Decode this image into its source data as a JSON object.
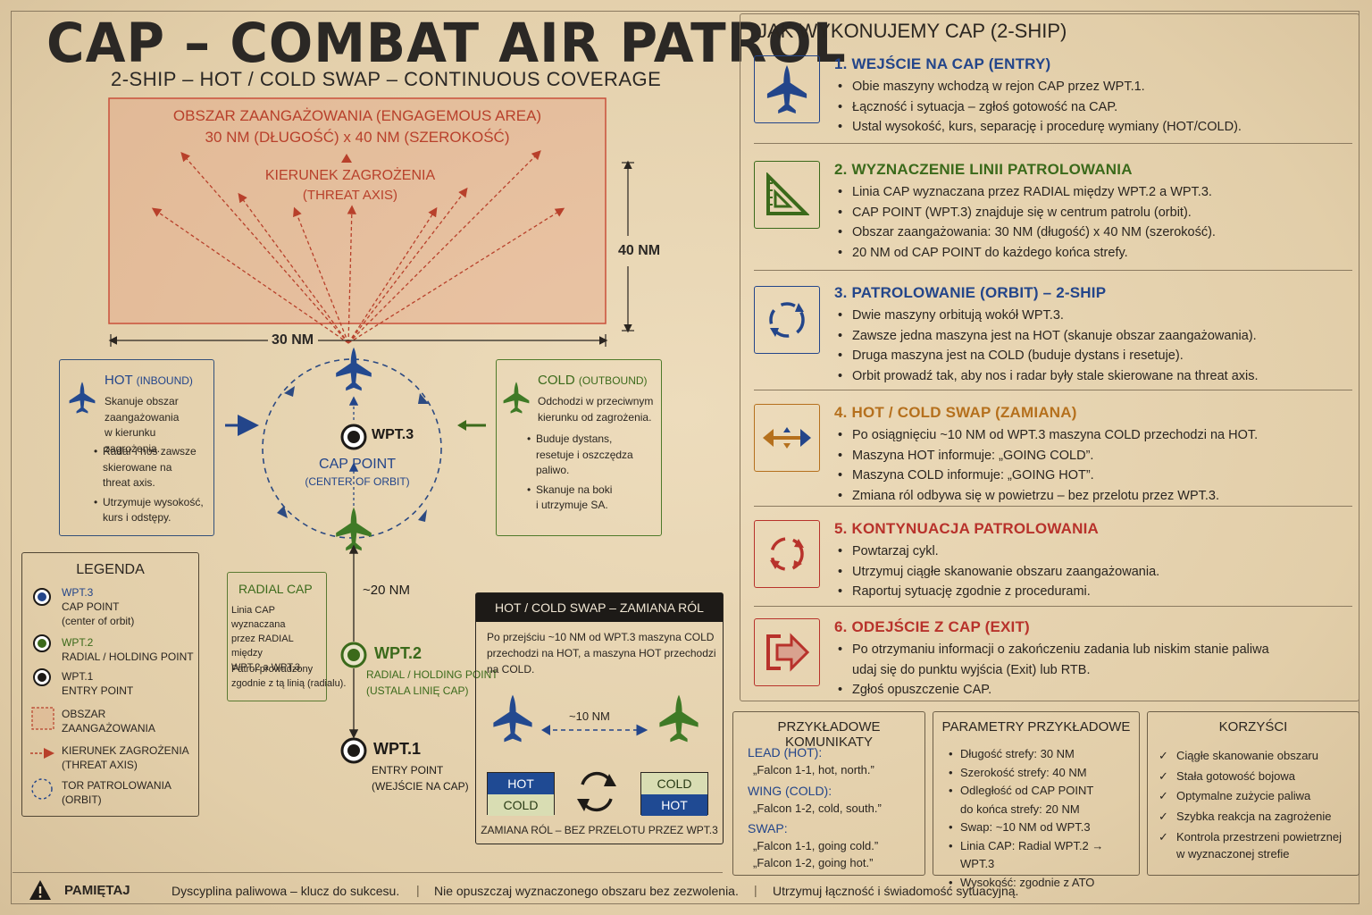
{
  "header": {
    "title": "CAP – COMBAT AIR PATROL",
    "subtitle": "2-SHIP – HOT / COLD SWAP – CONTINUOUS COVERAGE"
  },
  "engagement": {
    "title": "OBSZAR ZAANGAŻOWANIA (ENGAGEMOUS AREA)",
    "dimensions": "30 NM (DŁUGOŚĆ) x 40 NM (SZEROKOŚĆ)",
    "threat_line1": "KIERUNEK ZAGROŻENIA",
    "threat_line2": "(THREAT AXIS)",
    "width_label": "30 NM",
    "height_label": "40 NM"
  },
  "orbit": {
    "wpt3": "WPT.3",
    "cap_point": "CAP POINT",
    "center_of_orbit": "(CENTER OF ORBIT)",
    "distance": "~20 NM",
    "wpt2": "WPT.2",
    "wpt2_sub1": "RADIAL / HOLDING POINT",
    "wpt2_sub2": "(USTALA LINIĘ CAP)",
    "wpt1": "WPT.1",
    "wpt1_sub1": "ENTRY POINT",
    "wpt1_sub2": "(WEJŚCIE NA CAP)"
  },
  "hot_box": {
    "title": "HOT",
    "title_sub": "(INBOUND)",
    "intro": [
      "Skanuje obszar",
      "zaangażowania",
      "w kierunku zagrożenia."
    ],
    "bullets": [
      [
        "Radar i nos zawsze",
        "skierowane na",
        "threat axis."
      ],
      [
        "Utrzymuje wysokość,",
        "kurs i odstępy."
      ]
    ]
  },
  "cold_box": {
    "title": "COLD",
    "title_sub": "(OUTBOUND)",
    "intro": [
      "Odchodzi w przeciwnym",
      "kierunku od zagrożenia."
    ],
    "bullets": [
      [
        "Buduje dystans,",
        "resetuje i oszczędza",
        "paliwo."
      ],
      [
        "Skanuje na boki",
        "i utrzymuje SA."
      ]
    ]
  },
  "legend": {
    "title": "LEGENDA",
    "items": [
      {
        "icon": "wpt3-blue-marker-icon",
        "lines": [
          "WPT.3",
          "CAP POINT",
          "(center of orbit)"
        ]
      },
      {
        "icon": "wpt2-green-marker-icon",
        "lines": [
          "WPT.2",
          "RADIAL / HOLDING POINT"
        ]
      },
      {
        "icon": "wpt1-black-marker-icon",
        "lines": [
          "WPT.1",
          "ENTRY POINT"
        ]
      },
      {
        "icon": "dashed-square-icon",
        "lines": [
          "OBSZAR",
          "ZAANGAŻOWANIA"
        ]
      },
      {
        "icon": "red-arrow-icon",
        "lines": [
          "KIERUNEK ZAGROŻENIA",
          "(THREAT AXIS)"
        ]
      },
      {
        "icon": "dashed-circle-icon",
        "lines": [
          "TOR PATROLOWANIA",
          "(ORBIT)"
        ]
      }
    ]
  },
  "radial_box": {
    "title": "RADIAL CAP",
    "lines1": [
      "Linia CAP wyznaczana",
      "przez RADIAL między",
      "WPT.2 a WPT.3."
    ],
    "lines2": [
      "Patrol prowadzony",
      "zgodnie z tą linią (radialu)."
    ]
  },
  "swap_box": {
    "title": "HOT / COLD SWAP – ZAMIANA RÓL",
    "text": [
      "Po przejściu ~10 NM od WPT.3 maszyna COLD",
      "przechodzi na HOT, a maszyna HOT przechodzi",
      "na COLD."
    ],
    "distance": "~10 NM",
    "left_tile": [
      "HOT",
      "COLD"
    ],
    "right_tile": [
      "COLD",
      "HOT"
    ],
    "footer": "ZAMIANA RÓL – BEZ PRZELOTU PRZEZ WPT.3"
  },
  "right_panel": {
    "title": "JAK WYKONUJEMY CAP (2-SHIP)",
    "steps": [
      {
        "icon": "jet-icon",
        "color": "#23458a",
        "title": "1. WEJŚCIE NA CAP (ENTRY)",
        "items": [
          "Obie maszyny wchodzą w rejon CAP przez WPT.1.",
          "Łączność i sytuacja – zgłoś gotowość na CAP.",
          "Ustal wysokość, kurs, separację i procedurę wymiany (HOT/COLD)."
        ]
      },
      {
        "icon": "set-square-icon",
        "color": "#3b6a1b",
        "title": "2. WYZNACZENIE LINII PATROLOWANIA",
        "items": [
          "Linia CAP wyznaczana przez RADIAL między WPT.2 a WPT.3.",
          "CAP POINT (WPT.3) znajduje się w centrum patrolu (orbit).",
          "Obszar zaangażowania: 30 NM (długość) x 40 NM (szerokość).",
          "20 NM od CAP POINT do każdego końca strefy."
        ]
      },
      {
        "icon": "circular-arrows-icon",
        "color": "#23458a",
        "title": "3. PATROLOWANIE (ORBIT) – 2-SHIP",
        "items": [
          "Dwie maszyny orbitują wokół WPT.3.",
          "Zawsze jedna maszyna jest na HOT (skanuje obszar zaangażowania).",
          "Druga maszyna jest na COLD (buduje dystans i resetuje).",
          "Orbit prowadź tak, aby nos i radar były stale skierowane na threat axis."
        ]
      },
      {
        "icon": "swap-arrows-icon",
        "color": "#b5701d",
        "title": "4. HOT / COLD SWAP (ZAMIANA)",
        "items": [
          "Po osiągnięciu ~10 NM od WPT.3 maszyna COLD przechodzi na HOT.",
          "Maszyna HOT informuje: „GOING COLD”.",
          "Maszyna COLD informuje: „GOING HOT”.",
          "Zmiana ról odbywa się w powietrzu – bez przelotu przez WPT.3."
        ]
      },
      {
        "icon": "cycle-arrows-icon",
        "color": "#b8322b",
        "title": "5. KONTYNUACJA PATROLOWANIA",
        "items": [
          "Powtarzaj cykl.",
          "Utrzymuj ciągłe skanowanie obszaru zaangażowania.",
          "Raportuj sytuację zgodnie z procedurami."
        ]
      },
      {
        "icon": "exit-arrow-icon",
        "color": "#b8322b",
        "title": "6. ODEJŚCIE Z CAP (EXIT)",
        "items": [
          "Po otrzymaniu informacji o zakończeniu zadania lub niskim stanie paliwa",
          "udaj się do punktu wyjścia (Exit) lub RTB.",
          "Zgłoś opuszczenie CAP."
        ]
      }
    ]
  },
  "comms": {
    "title": "PRZYKŁADOWE KOMUNIKATY",
    "lead_label": "LEAD (HOT):",
    "lead_msg": "„Falcon 1-1, hot, north.”",
    "wing_label": "WING (COLD):",
    "wing_msg": "„Falcon 1-2, cold, south.”",
    "swap_label": "SWAP:",
    "swap_msg1": "„Falcon 1-1, going cold.”",
    "swap_msg2": "„Falcon 1-2, going hot.”"
  },
  "params": {
    "title": "PARAMETRY PRZYKŁADOWE",
    "items": [
      [
        "Długość strefy: 30 NM"
      ],
      [
        "Szerokość strefy: 40 NM"
      ],
      [
        "Odległość od CAP POINT",
        "do końca strefy: 20 NM"
      ],
      [
        "Swap: ~10 NM od WPT.3"
      ],
      [
        "Linia CAP: Radial WPT.2 → WPT.3"
      ],
      [
        "Wysokość: zgodnie z ATO"
      ]
    ]
  },
  "benefits": {
    "title": "KORZYŚCI",
    "items": [
      [
        "Ciągłe skanowanie obszaru"
      ],
      [
        "Stała gotowość bojowa"
      ],
      [
        "Optymalne zużycie paliwa"
      ],
      [
        "Szybka reakcja na zagrożenie"
      ],
      [
        "Kontrola przestrzeni powietrznej",
        "w wyznaczonej strefie"
      ]
    ]
  },
  "footer": {
    "label": "PAMIĘTAJ",
    "items": [
      "Dyscyplina paliwowa – klucz do sukcesu.",
      "Nie opuszczaj wyznaczonego obszaru bez zezwolenia.",
      "Utrzymuj łączność i świadomość sytuacyjną."
    ]
  },
  "colors": {
    "blue": "#23458a",
    "green": "#3b6a1b",
    "red": "#b8402b",
    "orange": "#b5701d",
    "background": "#e6d3b0"
  }
}
